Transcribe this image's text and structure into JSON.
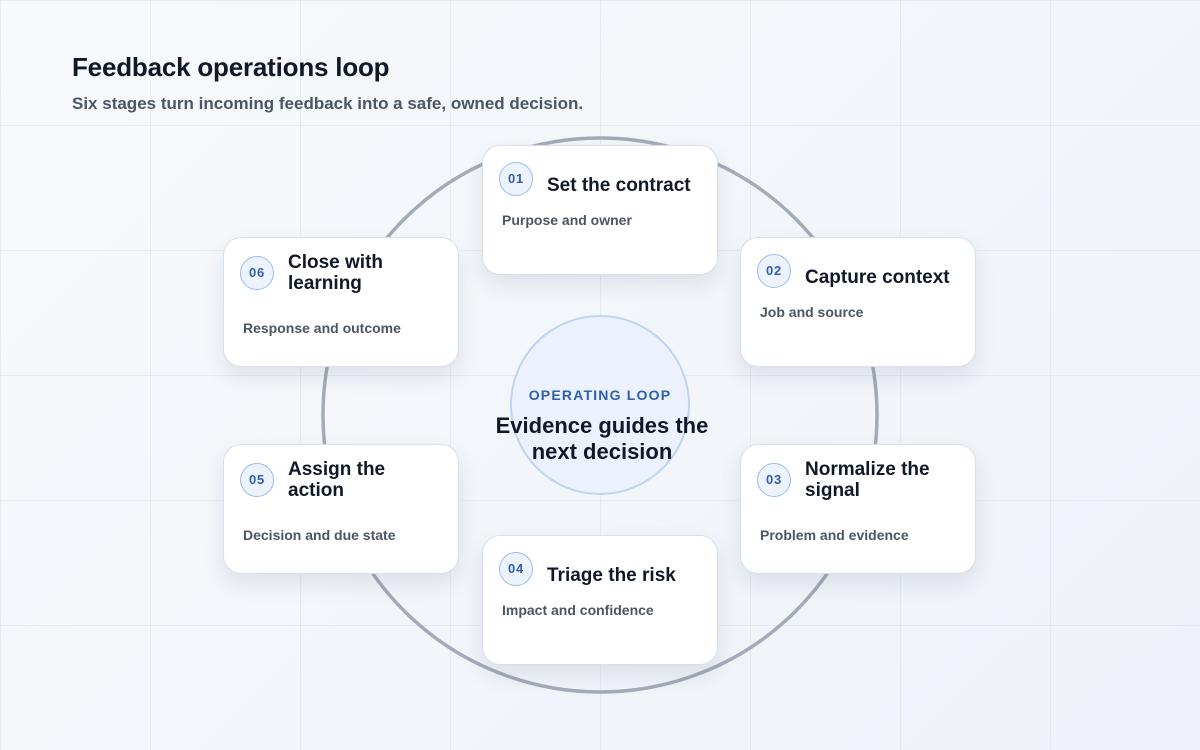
{
  "header": {
    "title": "Feedback operations loop",
    "subtitle": "Six stages turn incoming feedback into a safe, owned decision."
  },
  "center": {
    "kicker": "OPERATING LOOP",
    "text": "Evidence guides the next decision"
  },
  "stages": [
    {
      "number": "01",
      "title": "Set the contract",
      "description": "Purpose and owner"
    },
    {
      "number": "02",
      "title": "Capture context",
      "description": "Job and source"
    },
    {
      "number": "03",
      "title": "Normalize the signal",
      "description": "Problem and evidence"
    },
    {
      "number": "04",
      "title": "Triage the risk",
      "description": "Impact and confidence"
    },
    {
      "number": "05",
      "title": "Assign the action",
      "description": "Decision and due state"
    },
    {
      "number": "06",
      "title": "Close with learning",
      "description": "Response and outcome"
    }
  ],
  "colors": {
    "accent": "#2f5fab",
    "ring": "#a4abb8",
    "center_fill": "#ecf2fd",
    "text_primary": "#111827",
    "text_secondary": "#4b5563"
  }
}
